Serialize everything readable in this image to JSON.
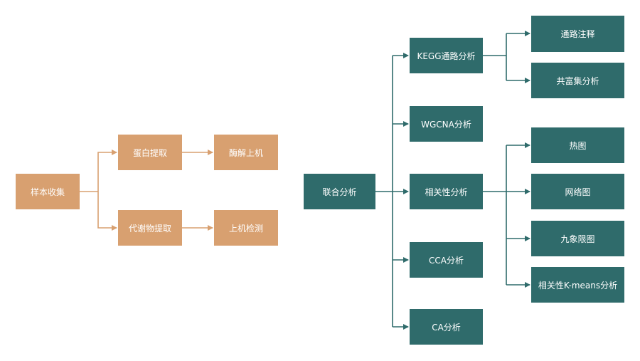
{
  "colors": {
    "orange": "#d8a070",
    "teal": "#2f6b6b",
    "background": "#ffffff"
  },
  "nodes": {
    "sample": "样本收集",
    "protein_extract": "蛋白提取",
    "enzyme_ms": "酶解上机",
    "metabolite_extract": "代谢物提取",
    "ms_detect": "上机检测",
    "joint": "联合分析",
    "kegg": "KEGG通路分析",
    "pathway_annot": "通路注释",
    "enrich": "共富集分析",
    "wgcna": "WGCNA分析",
    "correlation": "相关性分析",
    "heatmap": "热图",
    "network": "网络图",
    "nine_quadrant": "九象限图",
    "corr_kmeans": "相关性K-means分析",
    "cca": "CCA分析",
    "ca": "CA分析"
  }
}
